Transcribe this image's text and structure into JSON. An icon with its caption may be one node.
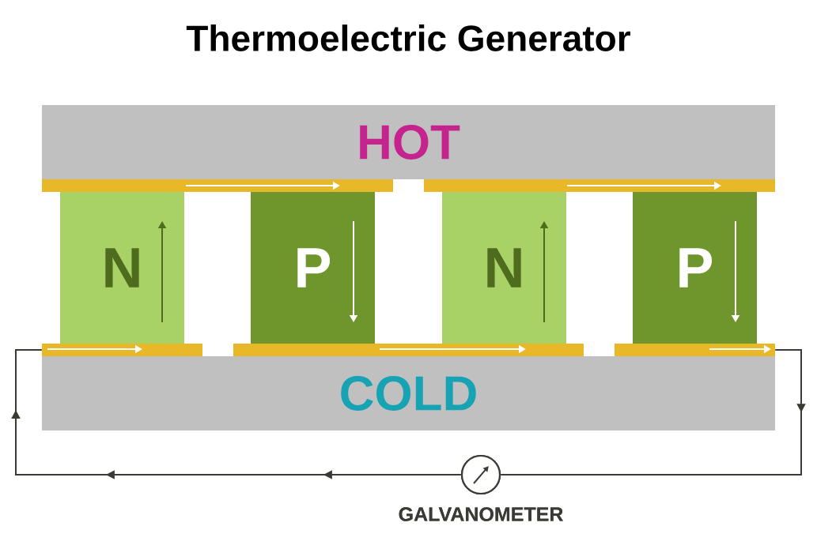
{
  "diagram": {
    "title": "Thermoelectric Generator",
    "nodes": [
      {
        "text": [
          "HOT"
        ]
      },
      {
        "text": [],
        "shape": "bar"
      },
      {
        "text": [],
        "shape": "bar"
      },
      {
        "text": [
          "N"
        ]
      },
      {
        "text": [
          "P"
        ]
      },
      {
        "text": [
          "N"
        ]
      },
      {
        "text": [
          "P"
        ]
      },
      {
        "text": [],
        "shape": "bar"
      },
      {
        "text": [],
        "shape": "bar"
      },
      {
        "text": [],
        "shape": "bar"
      },
      {
        "text": [
          "COLD"
        ]
      },
      {
        "text": [],
        "shape": "circle",
        "beside": [
          "GALVANOMETER"
        ]
      }
    ],
    "edges": [
      {
        "from": 9,
        "to": 11,
        "arrow": "to"
      },
      {
        "from": 11,
        "to": 7,
        "arrow": "to"
      }
    ]
  }
}
